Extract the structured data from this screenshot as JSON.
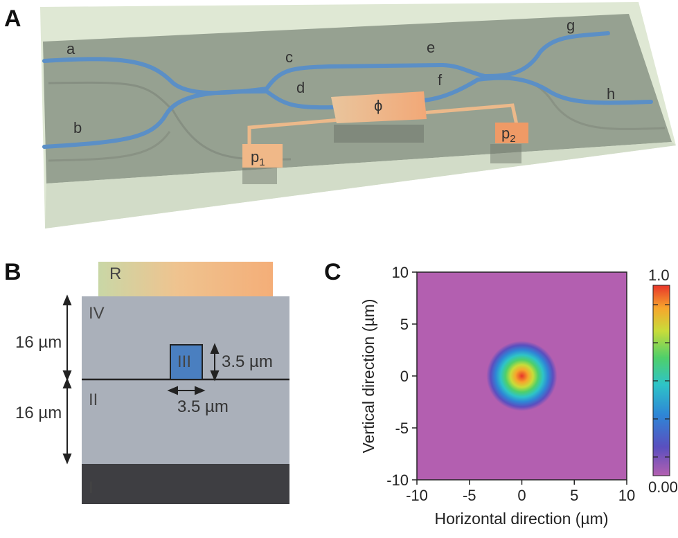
{
  "panels": {
    "a": {
      "label": "A",
      "ports": {
        "a": "a",
        "b": "b",
        "c": "c",
        "d": "d",
        "e": "e",
        "f": "f",
        "g": "g",
        "h": "h"
      },
      "phase_label": "ϕ",
      "pad_left": {
        "main": "p",
        "sub": "1"
      },
      "pad_right": {
        "main": "p",
        "sub": "2"
      },
      "colors": {
        "chip": "#8f9a8b",
        "chip_edge": "#dfe8d4",
        "waveguide": "#5b8fc6",
        "heater": "#f0b888"
      }
    },
    "b": {
      "label": "B",
      "layers": {
        "resistor": "R",
        "upper_cladding": "IV",
        "core": "III",
        "lower_cladding": "II",
        "substrate": "I"
      },
      "dim_upper": "16 µm",
      "dim_lower": "16 µm",
      "dim_core_height": "3.5 µm",
      "dim_core_width": "3.5 µm",
      "colors": {
        "cladding": "#aab0ba",
        "substrate": "#3e3e42",
        "core": "#4a7fc0",
        "resistor_start": "#c9d7a6",
        "resistor_end": "#f4b27d"
      }
    },
    "c": {
      "label": "C",
      "xlabel": "Horizontal direction (µm)",
      "ylabel": "Vertical direction (µm)",
      "xticks": [
        "-10",
        "-5",
        "0",
        "5",
        "10"
      ],
      "yticks": [
        "10",
        "5",
        "0",
        "-5",
        "-10"
      ],
      "colorbar_max": "1.0",
      "colorbar_min": "0.00",
      "colormap": [
        "#b35fb0",
        "#5a4fbf",
        "#2e86d6",
        "#2ec4c7",
        "#4fcf6a",
        "#c8dc3a",
        "#f6a62c",
        "#e8352a"
      ]
    }
  },
  "chart_data": {
    "type": "heatmap",
    "title": "",
    "xlabel": "Horizontal direction (µm)",
    "ylabel": "Vertical direction (µm)",
    "xlim": [
      -10,
      10
    ],
    "ylim": [
      -10,
      10
    ],
    "xticks": [
      -10,
      -5,
      0,
      5,
      10
    ],
    "yticks": [
      10,
      5,
      0,
      -5,
      -10
    ],
    "colorbar_range": [
      0.0,
      1.0
    ],
    "peak": {
      "x": 0,
      "y": 0,
      "value": 1.0
    },
    "approx_mode_radius_um": 2.5
  }
}
